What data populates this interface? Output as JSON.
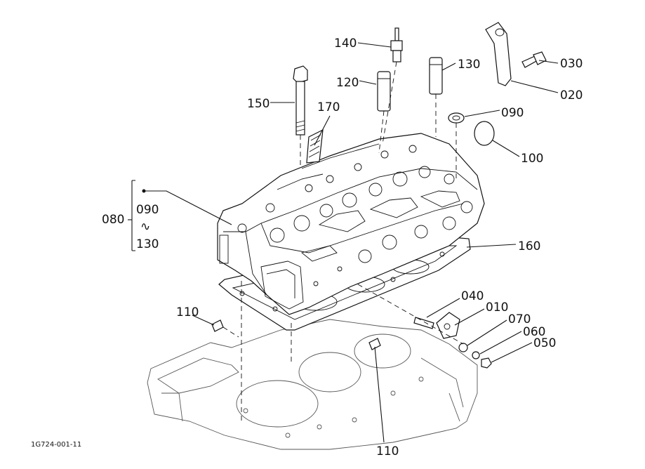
{
  "figure_code": "1G724-001-11",
  "callouts": {
    "p140": "140",
    "p130": "130",
    "p120": "120",
    "p030": "030",
    "p020": "020",
    "p150": "150",
    "p170": "170",
    "p090_top": "090",
    "p100": "100",
    "p080": "080",
    "p090_range": "090",
    "range_sep": "∿",
    "p130_range": "130",
    "p160": "160",
    "p110_left": "110",
    "p040": "040",
    "p010": "010",
    "p070": "070",
    "p060": "060",
    "p050": "050",
    "p110_bottom": "110"
  }
}
